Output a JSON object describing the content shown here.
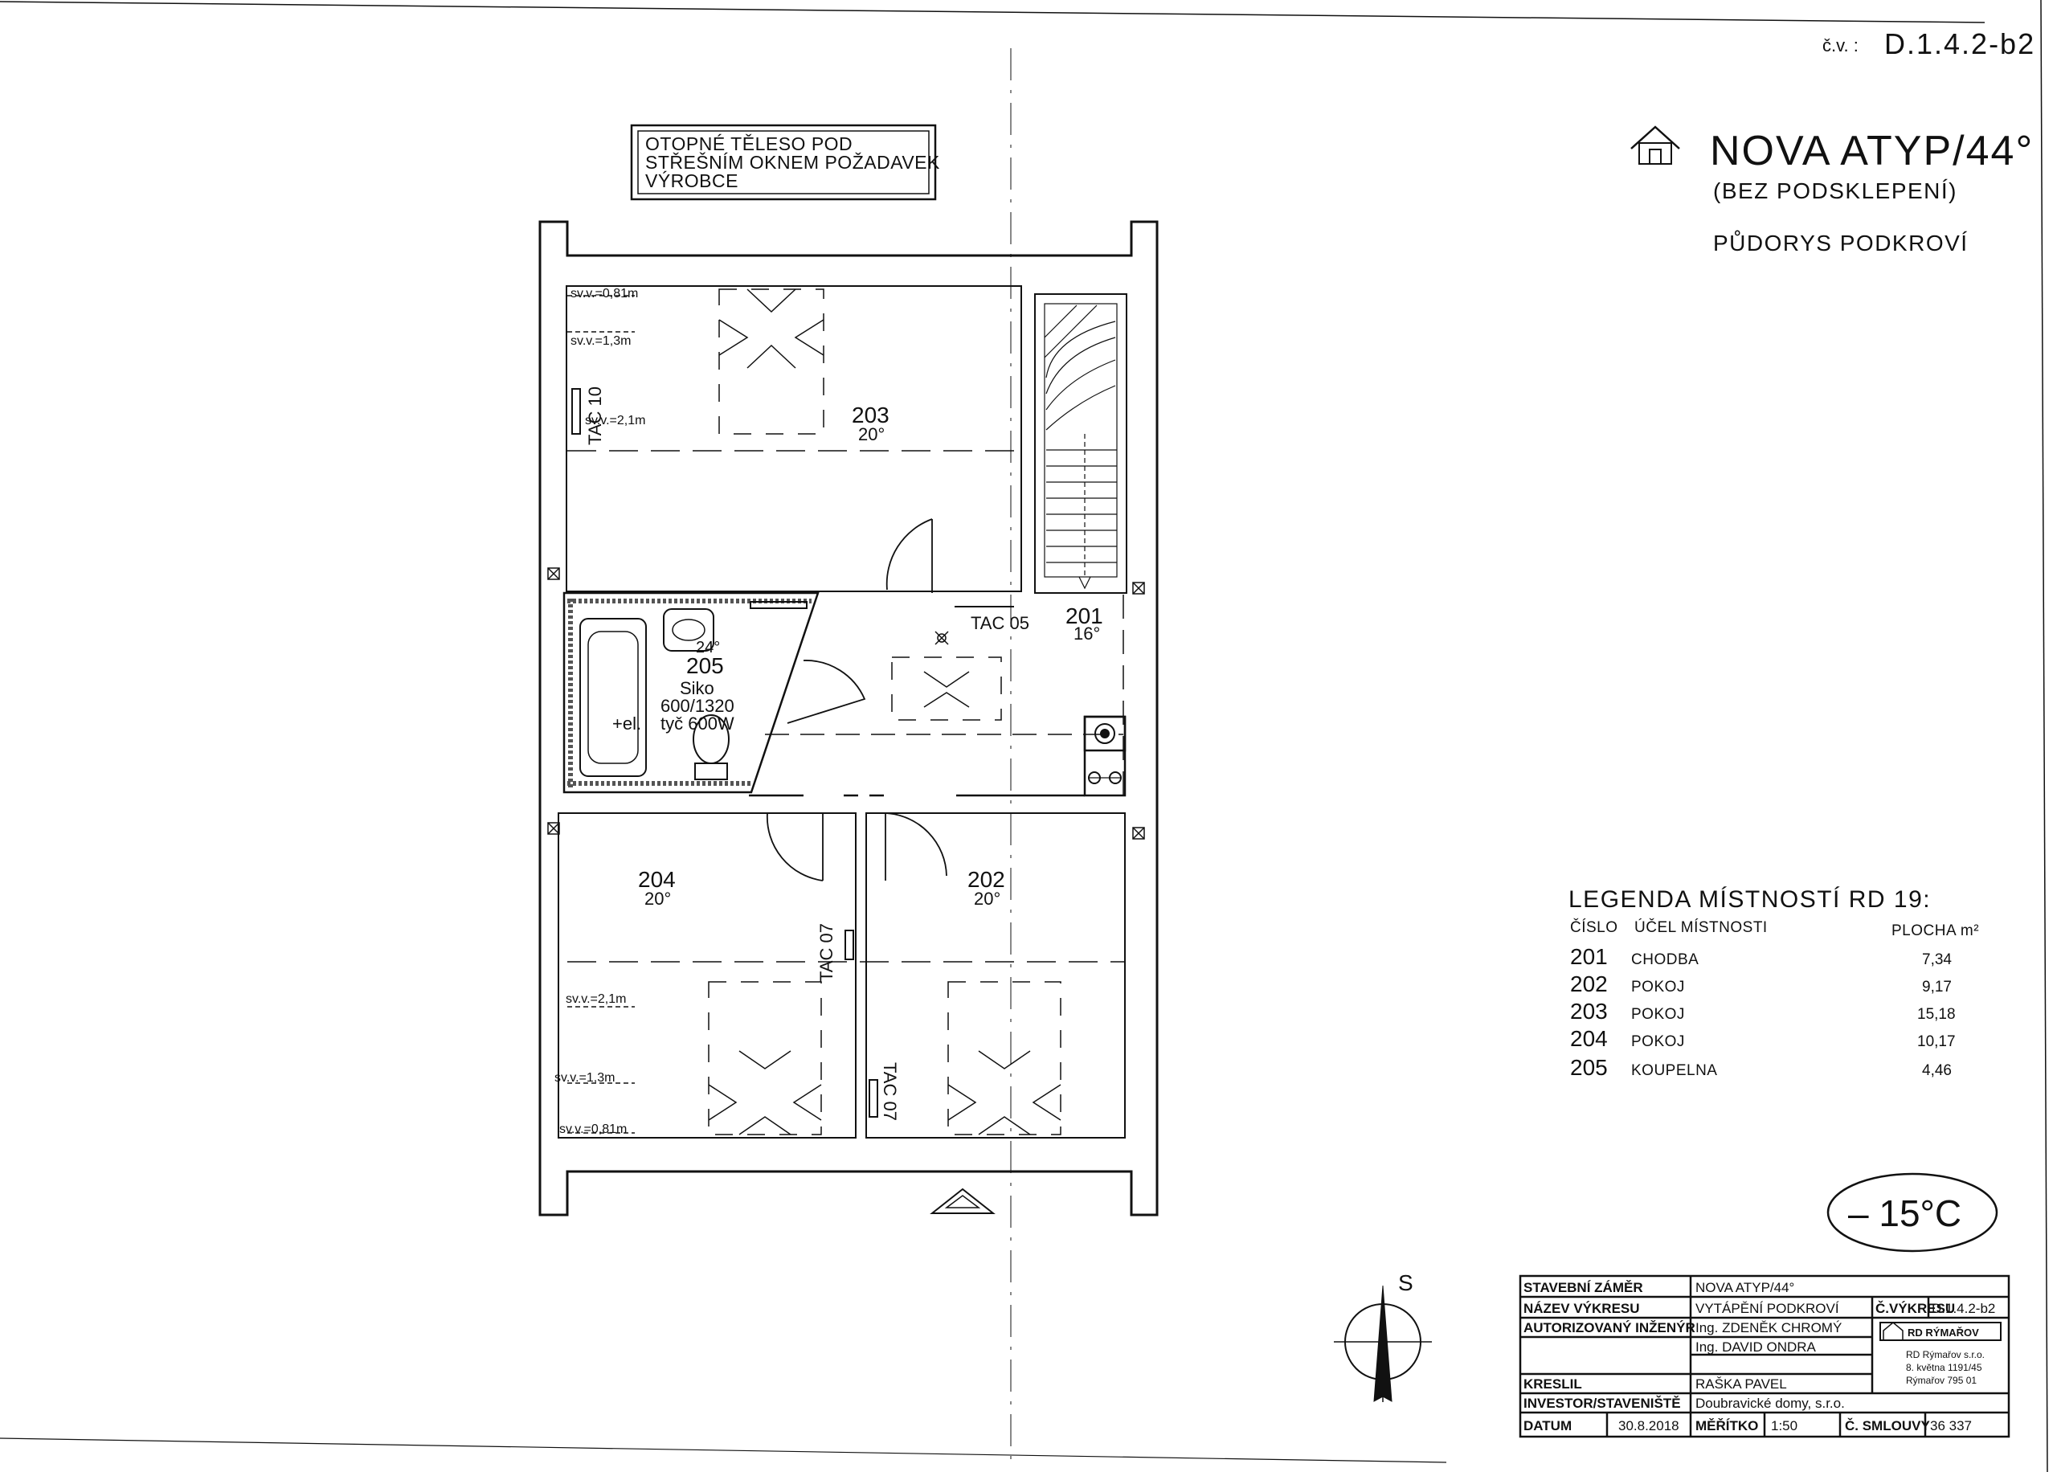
{
  "sheet_number": "D.1.4.2-b2",
  "sheet_number_prefix": "č.v. :",
  "note_box": {
    "line1": "OTOPNÉ TĚLESO POD",
    "line2": "STŘEŠNÍM OKNEM POŽADAVEK",
    "line3": "VÝROBCE"
  },
  "project": {
    "title": "NOVA ATYP/44°",
    "subtitle": "(BEZ PODSKLEPENÍ)",
    "plan_name": "PŮDORYS PODKROVÍ"
  },
  "rooms": {
    "r203": {
      "number": "203",
      "temp": "20°"
    },
    "r201": {
      "number": "201",
      "temp": "16°"
    },
    "r205": {
      "number": "205",
      "temp": "24°",
      "heater1": "Siko",
      "heater2": "600/1320",
      "heater3": "tyč 600W",
      "plus_el": "+el."
    },
    "r204": {
      "number": "204",
      "temp": "20°"
    },
    "r202": {
      "number": "202",
      "temp": "20°"
    }
  },
  "radiators": {
    "tac10": "TAC 10",
    "tac05": "TAC 05",
    "tac07a": "TAC 07",
    "tac07b": "TAC 07"
  },
  "heights": {
    "h081_top": "sv.v.=0,81m",
    "h13_top": "sv.v.=1,3m",
    "h21_top": "sv.v.=2,1m",
    "h21_bot": "sv.v.=2,1m",
    "h13_bot": "sv.v.=1,3m",
    "h081_bot": "sv.v.=0,81m"
  },
  "legend": {
    "heading": "LEGENDA MÍSTNOSTÍ RD 19:",
    "col_num": "ČÍSLO",
    "col_use": "ÚČEL MÍSTNOSTI",
    "col_area": "PLOCHA m²",
    "rows": [
      {
        "num": "201",
        "use": "CHODBA",
        "area": "7,34"
      },
      {
        "num": "202",
        "use": "POKOJ",
        "area": "9,17"
      },
      {
        "num": "203",
        "use": "POKOJ",
        "area": "15,18"
      },
      {
        "num": "204",
        "use": "POKOJ",
        "area": "10,17"
      },
      {
        "num": "205",
        "use": "KOUPELNA",
        "area": "4,46"
      }
    ]
  },
  "outdoor_temp": "– 15°C",
  "north_label": "S",
  "title_block": {
    "l_zamer": "STAVEBNÍ ZÁMĚR",
    "v_zamer": "NOVA ATYP/44°",
    "l_nazev": "NÁZEV VÝKRESU",
    "v_nazev": "VYTÁPĚNÍ PODKROVÍ",
    "l_cvykresu": "Č.VÝKRESU",
    "v_cvykresu": "D.1.4.2-b2",
    "l_inzenyr": "AUTORIZOVANÝ INŽENÝR",
    "v_inzenyr1": "Ing. ZDENĚK CHROMÝ",
    "v_inzenyr2": "Ing. DAVID ONDRA",
    "l_kreslil": "KRESLIL",
    "v_kreslil": "RAŠKA PAVEL",
    "l_investor": "INVESTOR/STAVENIŠTĚ",
    "v_investor": "Doubravické domy, s.r.o.",
    "l_datum": "DATUM",
    "v_datum": "30.8.2018",
    "l_meritko": "MĚŘÍTKO",
    "v_meritko": "1:50",
    "l_smlouvy": "Č. SMLOUVY",
    "v_smlouvy": "36 337",
    "company_logo": "RD RÝMAŘOV",
    "company1": "RD Rýmařov s.r.o.",
    "company2": "8. května 1191/45",
    "company3": "Rýmařov 795 01"
  },
  "colors": {
    "ink": "#111111",
    "paper": "#ffffff",
    "tile": "#555555"
  }
}
